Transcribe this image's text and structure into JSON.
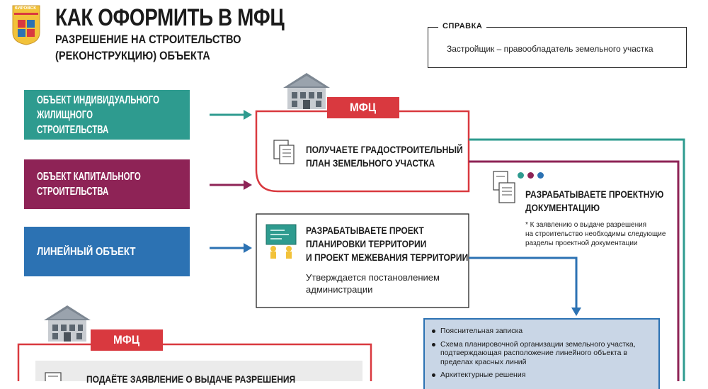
{
  "header": {
    "logo_text": "КИРОВСК",
    "title": "КАК ОФОРМИТЬ В МФЦ",
    "subtitle_line1": "РАЗРЕШЕНИЕ НА СТРОИТЕЛЬСТВО",
    "subtitle_line2": "(РЕКОНСТРУКЦИЮ) ОБЪЕКТА"
  },
  "reference": {
    "heading": "СПРАВКА",
    "text": "Застройщик – правообладатель земельного участка"
  },
  "categories": {
    "individual_line1": "ОБЪЕКТ ИНДИВИДУАЛЬНОГО",
    "individual_line2": "ЖИЛИЩНОГО СТРОИТЕЛЬСТВА",
    "capital_line1": "ОБЪЕКТ КАПИТАЛЬНОГО",
    "capital_line2": "СТРОИТЕЛЬСТВА",
    "linear": "ЛИНЕЙНЫЙ ОБЪЕКТ"
  },
  "mfc_box_1": {
    "tag": "МФЦ",
    "step_line1": "ПОЛУЧАЕТЕ ГРАДОСТРОИТЕЛЬНЫЙ",
    "step_line2": "ПЛАН ЗЕМЕЛЬНОГО УЧАСТКА"
  },
  "planning_box": {
    "step_line1": "РАЗРАБАТЫВАЕТЕ ПРОЕКТ",
    "step_line2": "ПЛАНИРОВКИ ТЕРРИТОРИИ",
    "step_line3": "И ПРОЕКТ МЕЖЕВАНИЯ ТЕРРИТОРИИ",
    "approved_line1": "Утверждается постановлением",
    "approved_line2": "администрации"
  },
  "project_docs": {
    "step_line1": "РАЗРАБАТЫВАЕТЕ ПРОЕКТНУЮ",
    "step_line2": "ДОКУМЕНТАЦИЮ",
    "note_line1": "* К заявлению о выдаче разрешения",
    "note_line2": "на строительство необходимы следующие",
    "note_line3": "разделы проектной документации"
  },
  "docs_list": {
    "item1": "Пояснительная записка",
    "item2_line1": "Схема планировочной организации земельного участка,",
    "item2_line2": "подтверждающая расположение линейного объекта в",
    "item2_line3": "пределах красных линий",
    "item3": "Архитектурные решения"
  },
  "mfc_box_2": {
    "tag": "МФЦ",
    "step_line1": "ПОДАЁТЕ ЗАЯВЛЕНИЕ О ВЫДАЧЕ РАЗРЕШЕНИЯ"
  },
  "colors": {
    "teal": "#2e9b8f",
    "purple": "#8e2356",
    "blue": "#2c72b3",
    "red": "#d9393f"
  }
}
